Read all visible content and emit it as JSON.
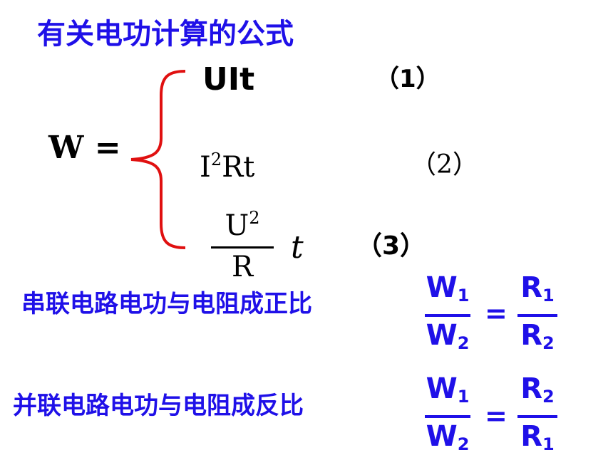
{
  "title": "有关电功计算的公式",
  "lhs": "W =",
  "formulas": {
    "f1": {
      "expr": "UIt",
      "label": "（1）"
    },
    "f2": {
      "base": "I",
      "exp": "2",
      "rest": "Rt",
      "label": "（2）"
    },
    "f3": {
      "num_base": "U",
      "num_exp": "2",
      "den": "R",
      "tail": "t",
      "label": "（3）"
    }
  },
  "series": {
    "text": "串联电路电功与电阻成正比",
    "left": {
      "num": "W",
      "num_sub": "1",
      "den": "W",
      "den_sub": "2"
    },
    "eq": "=",
    "right": {
      "num": "R",
      "num_sub": "1",
      "den": "R",
      "den_sub": "2"
    }
  },
  "parallel": {
    "text": "并联电路电功与电阻成反比",
    "left": {
      "num": "W",
      "num_sub": "1",
      "den": "W",
      "den_sub": "2"
    },
    "eq": "=",
    "right": {
      "num": "R",
      "num_sub": "2",
      "den": "R",
      "den_sub": "1"
    }
  },
  "colors": {
    "blue": "#1f10e8",
    "brace": "#e01010",
    "text": "#000000"
  }
}
